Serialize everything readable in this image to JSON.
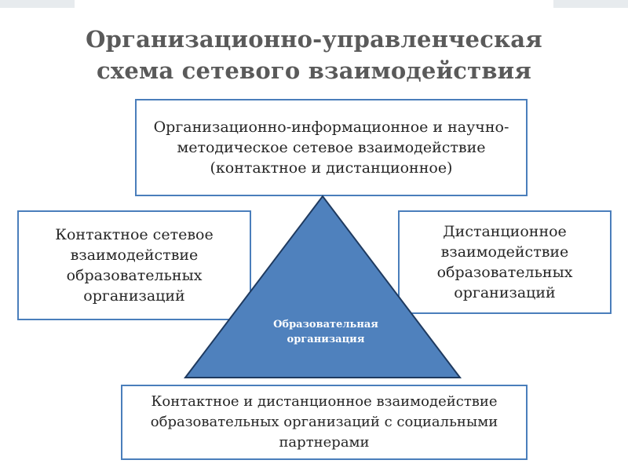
{
  "title": {
    "line1": "Организационно-управленческая",
    "line2": "схема сетевого взаимодействия"
  },
  "boxes": {
    "top": "Организационно-информационное и научно-методическое сетевое взаимодействие (контактное и дистанционное)",
    "left": "Контактное сетевое взаимодействие образовательных организаций",
    "right": "Дистанционное взаимодействие образовательных организаций",
    "bottom": "Контактное и дистанционное взаимодействие образовательных организаций с социальными партнерами"
  },
  "triangle": {
    "label_line1": "Образовательная",
    "label_line2": "организация"
  },
  "colors": {
    "triangle_fill": "#4f81bd",
    "triangle_stroke": "#1f3a5f",
    "box_border": "#4a7ebb",
    "title_text": "#5a5a5a"
  }
}
